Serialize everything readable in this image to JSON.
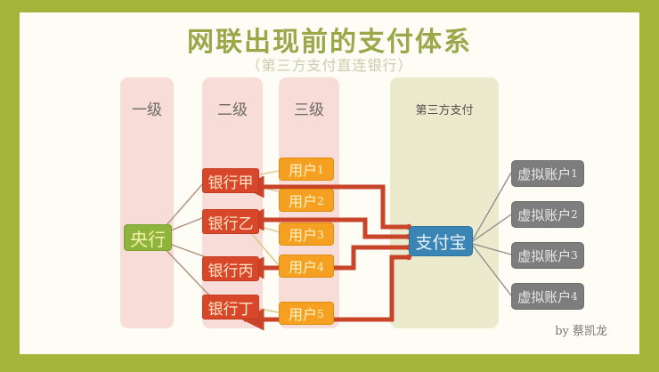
{
  "title": "网联出现前的支付体系",
  "subtitle": "（第三方支付直连银行）",
  "byline": "by 蔡凯龙",
  "colors": {
    "frame_border": "#a3b53a",
    "canvas_bg": "#fdfcf5",
    "title_text": "#9aa84a",
    "subtitle_text": "#c8ceb0",
    "panel_pink": "#f7dcd8",
    "panel_olive": "#ebeacd",
    "central_bank": "#8fb43c",
    "bank": "#d9472a",
    "user": "#f5a020",
    "payment": "#3b85b5",
    "virtual_account": "#7d7d7d",
    "thick_link": "#c9452a",
    "thin_link_tan": "#d9c07a",
    "thin_link_gray": "#8b8b8b"
  },
  "columns": [
    {
      "id": "level-1",
      "label": "一级",
      "style": "pink"
    },
    {
      "id": "level-2",
      "label": "二级",
      "style": "pink"
    },
    {
      "id": "level-3",
      "label": "三级",
      "style": "pink"
    },
    {
      "id": "third-party",
      "label": "第三方支付",
      "style": "olive"
    }
  ],
  "nodes": {
    "central_bank": {
      "label": "央行"
    },
    "banks": [
      {
        "label": "银行甲"
      },
      {
        "label": "银行乙"
      },
      {
        "label": "银行丙"
      },
      {
        "label": "银行丁"
      }
    ],
    "users": [
      {
        "base": "用户",
        "index": "1"
      },
      {
        "base": "用户",
        "index": "2"
      },
      {
        "base": "用户",
        "index": "3"
      },
      {
        "base": "用户",
        "index": "4"
      },
      {
        "base": "用户",
        "index": "5"
      }
    ],
    "payment_provider": {
      "label": "支付宝"
    },
    "virtual_accounts": [
      {
        "base": "虚拟账户",
        "index": "1"
      },
      {
        "base": "虚拟账户",
        "index": "2"
      },
      {
        "base": "虚拟账户",
        "index": "3"
      },
      {
        "base": "虚拟账户",
        "index": "4"
      }
    ]
  },
  "links": {
    "central_to_banks": [
      "央行→银行甲",
      "央行→银行乙",
      "央行→银行丙",
      "央行→银行丁"
    ],
    "users_to_banks": [
      "用户1→银行甲",
      "用户2→银行甲",
      "用户3→银行乙",
      "用户4→银行乙",
      "用户5→银行丁"
    ],
    "payment_to_banks": [
      "支付宝→银行甲",
      "支付宝→银行乙",
      "支付宝→银行丙",
      "支付宝→银行丁"
    ],
    "payment_to_accounts": [
      "支付宝→虚拟账户1",
      "支付宝→虚拟账户2",
      "支付宝→虚拟账户3",
      "支付宝→虚拟账户4"
    ]
  }
}
